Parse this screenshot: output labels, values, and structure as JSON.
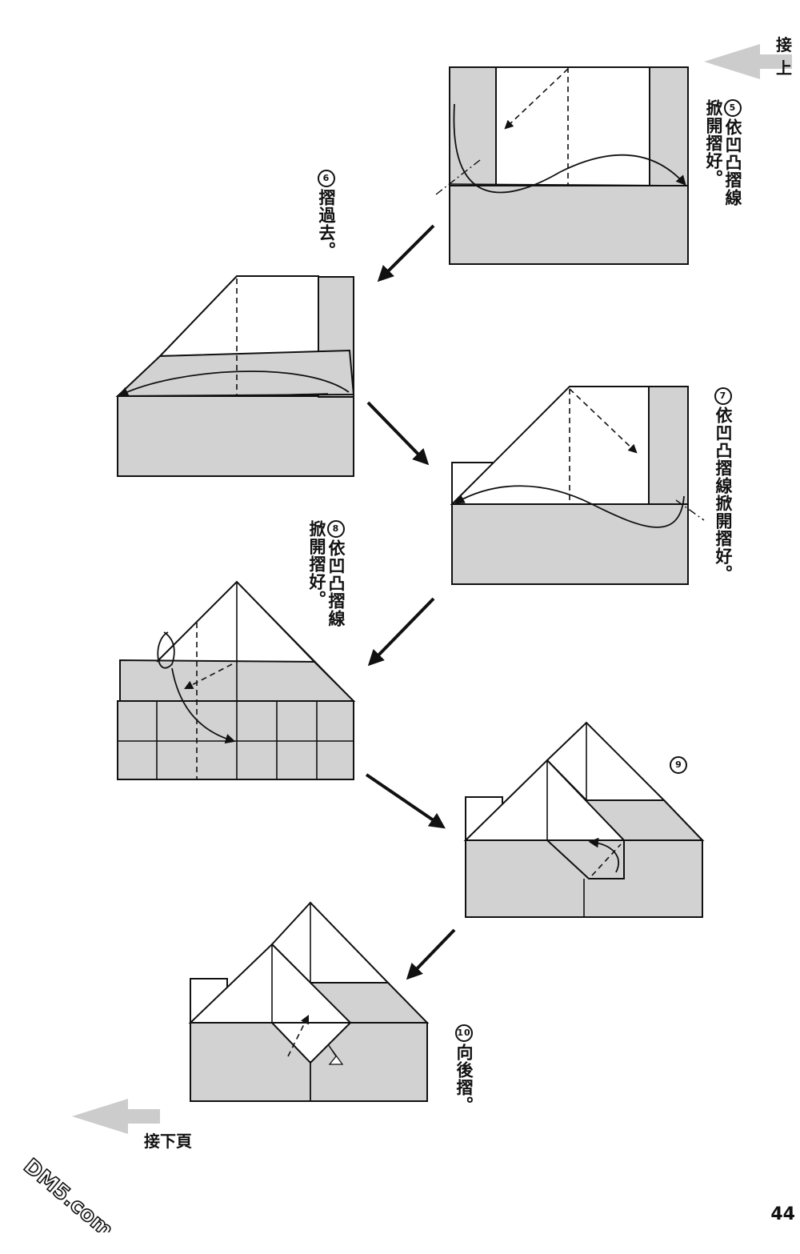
{
  "nav": {
    "prev": "接上",
    "next": "接下頁"
  },
  "page_number": "44",
  "steps": [
    {
      "num": "5",
      "text": "依凹凸摺線\n掀開摺好。"
    },
    {
      "num": "6",
      "text": "摺過去。"
    },
    {
      "num": "7",
      "text": "依凹凸摺線掀開摺好。"
    },
    {
      "num": "8",
      "text": "依凹凸摺線\n掀開摺好。"
    },
    {
      "num": "9",
      "text": ""
    },
    {
      "num": "10",
      "text": "向後摺。"
    }
  ],
  "watermark": "DM5.com",
  "colors": {
    "paper_shade": "#d2d2d2",
    "ink": "#111111",
    "nav_arrow": "#cccccc"
  }
}
